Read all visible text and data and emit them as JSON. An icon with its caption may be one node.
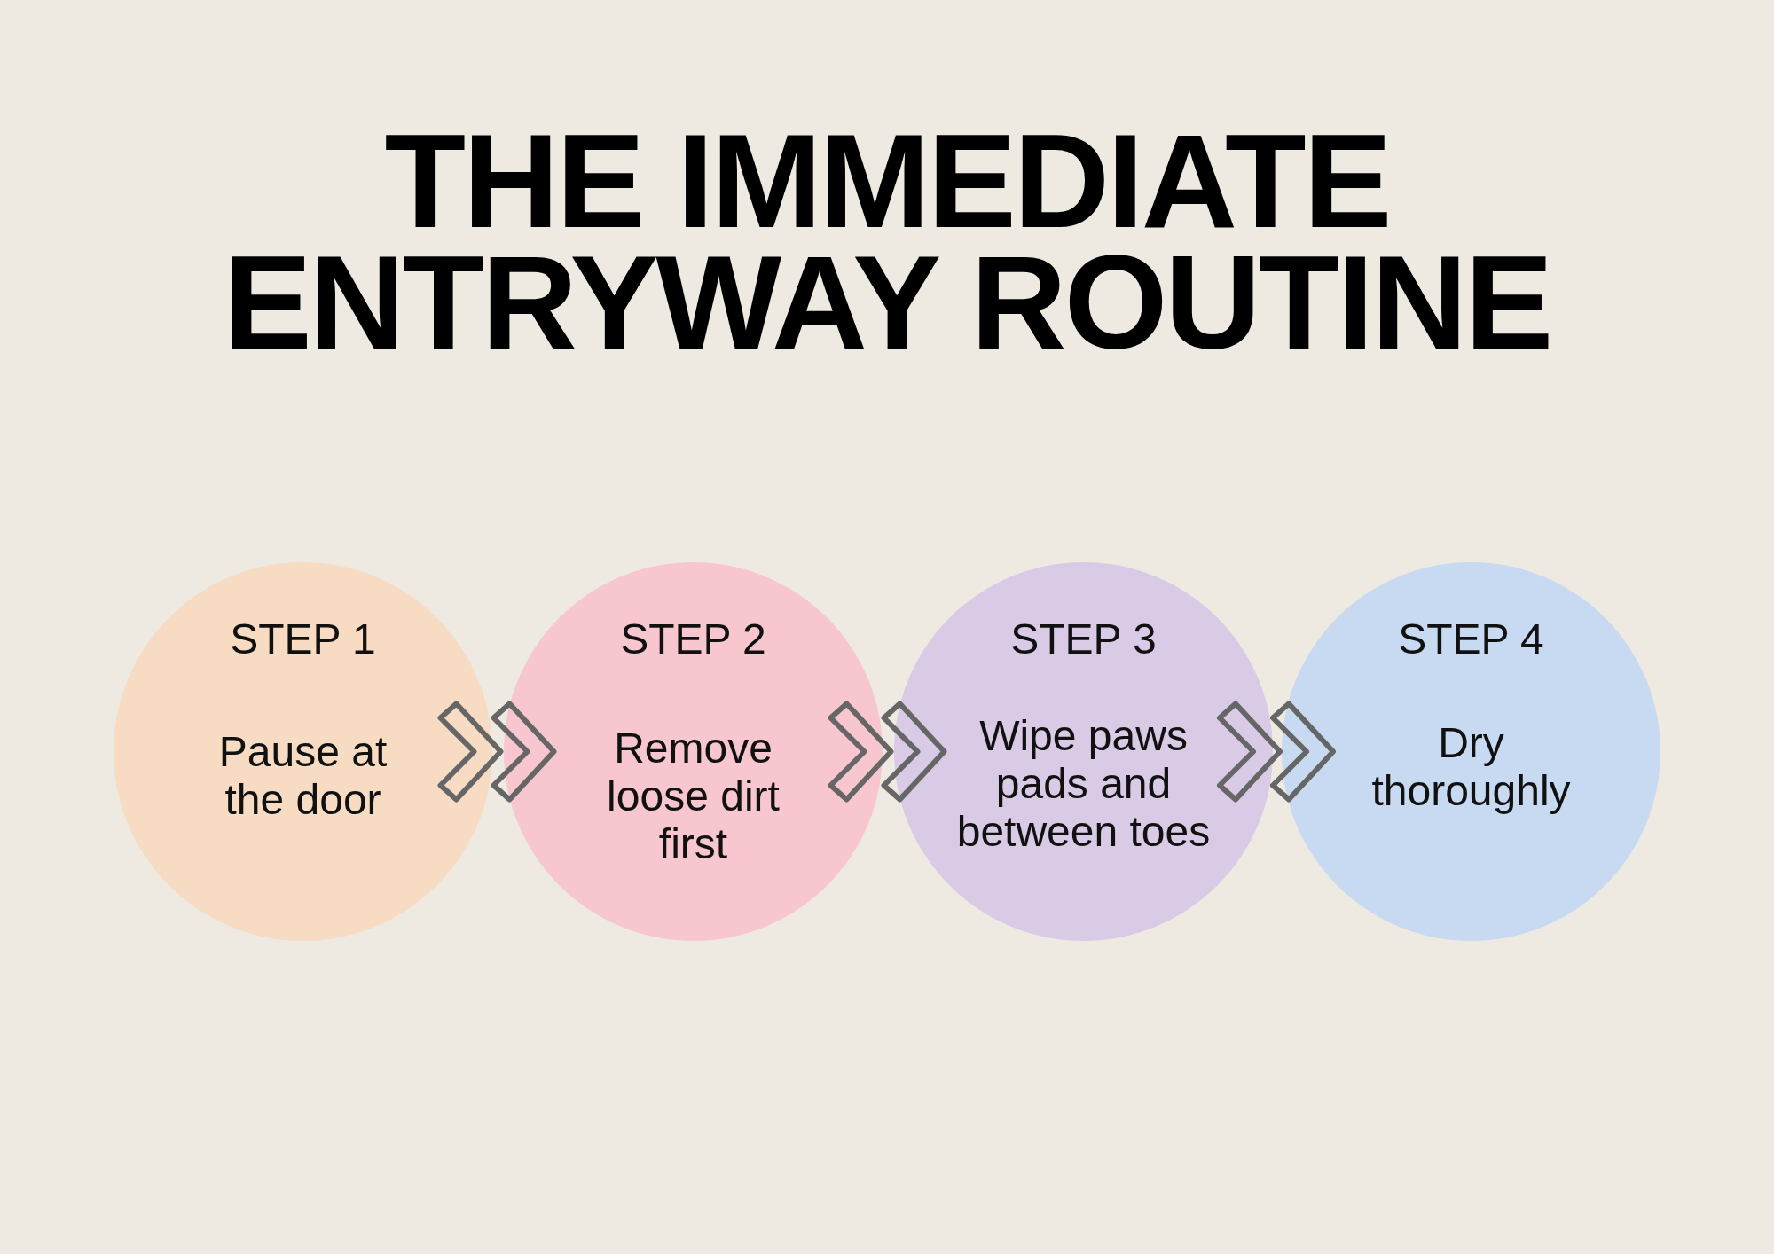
{
  "diagram": {
    "title": "THE IMMEDIATE ENTRYWAY ROUTINE",
    "nodes": [
      {
        "text": [
          "STEP 1",
          "Pause at the door"
        ]
      },
      {
        "text": [
          "STEP 2",
          "Remove loose dirt first"
        ]
      },
      {
        "text": [
          "STEP 3",
          "Wipe paws pads and between toes"
        ]
      },
      {
        "text": [
          "STEP 4",
          "Dry thoroughly"
        ]
      }
    ],
    "edges": [
      {
        "from": 0,
        "to": 1,
        "arrow": "to"
      },
      {
        "from": 1,
        "to": 2,
        "arrow": "to"
      },
      {
        "from": 2,
        "to": 3,
        "arrow": "to"
      }
    ]
  }
}
